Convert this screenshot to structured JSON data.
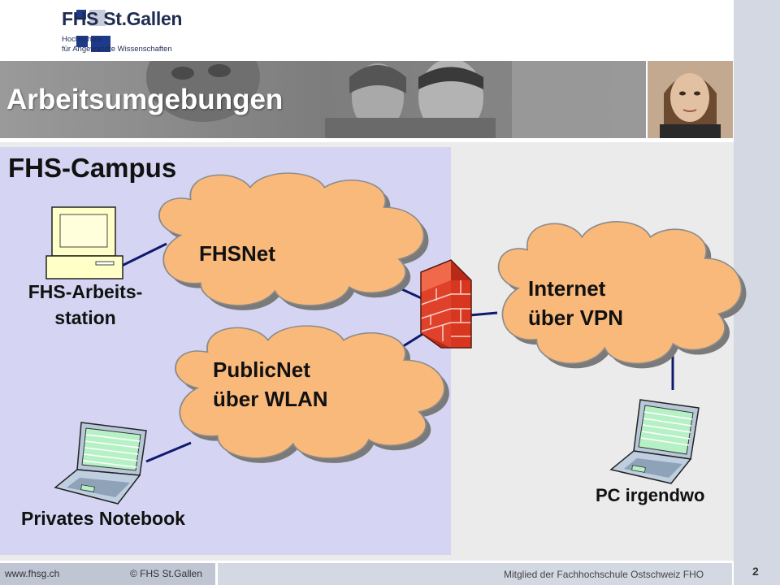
{
  "logo": {
    "name": "FHS St.Gallen",
    "subtitle_line1": "Hochschule",
    "subtitle_line2": "für Angewandte Wissenschaften",
    "color": "#1e2b52"
  },
  "slide": {
    "title": "Arbeitsumgebungen",
    "section_title": "FHS-Campus",
    "page_number": "2"
  },
  "diagram": {
    "nodes": {
      "workstation": {
        "line1": "FHS-Arbeits-",
        "line2": "station"
      },
      "fhsnet": "FHSNet",
      "publicnet": {
        "line1": "PublicNet",
        "line2": "über WLAN"
      },
      "internet": {
        "line1": "Internet",
        "line2": "über VPN"
      },
      "private_notebook": "Privates Notebook",
      "remote_pc": "PC irgendwo"
    },
    "colors": {
      "cloud_fill": "#f9b97a",
      "connector": "#0f1a6e",
      "firewall": "#e0412a",
      "campus_panel": "#d5d5f3"
    }
  },
  "footer": {
    "url": "www.fhsg.ch",
    "copyright": "© FHS St.Gallen",
    "membership": "Mitglied der Fachhochschule Ostschweiz FHO"
  }
}
